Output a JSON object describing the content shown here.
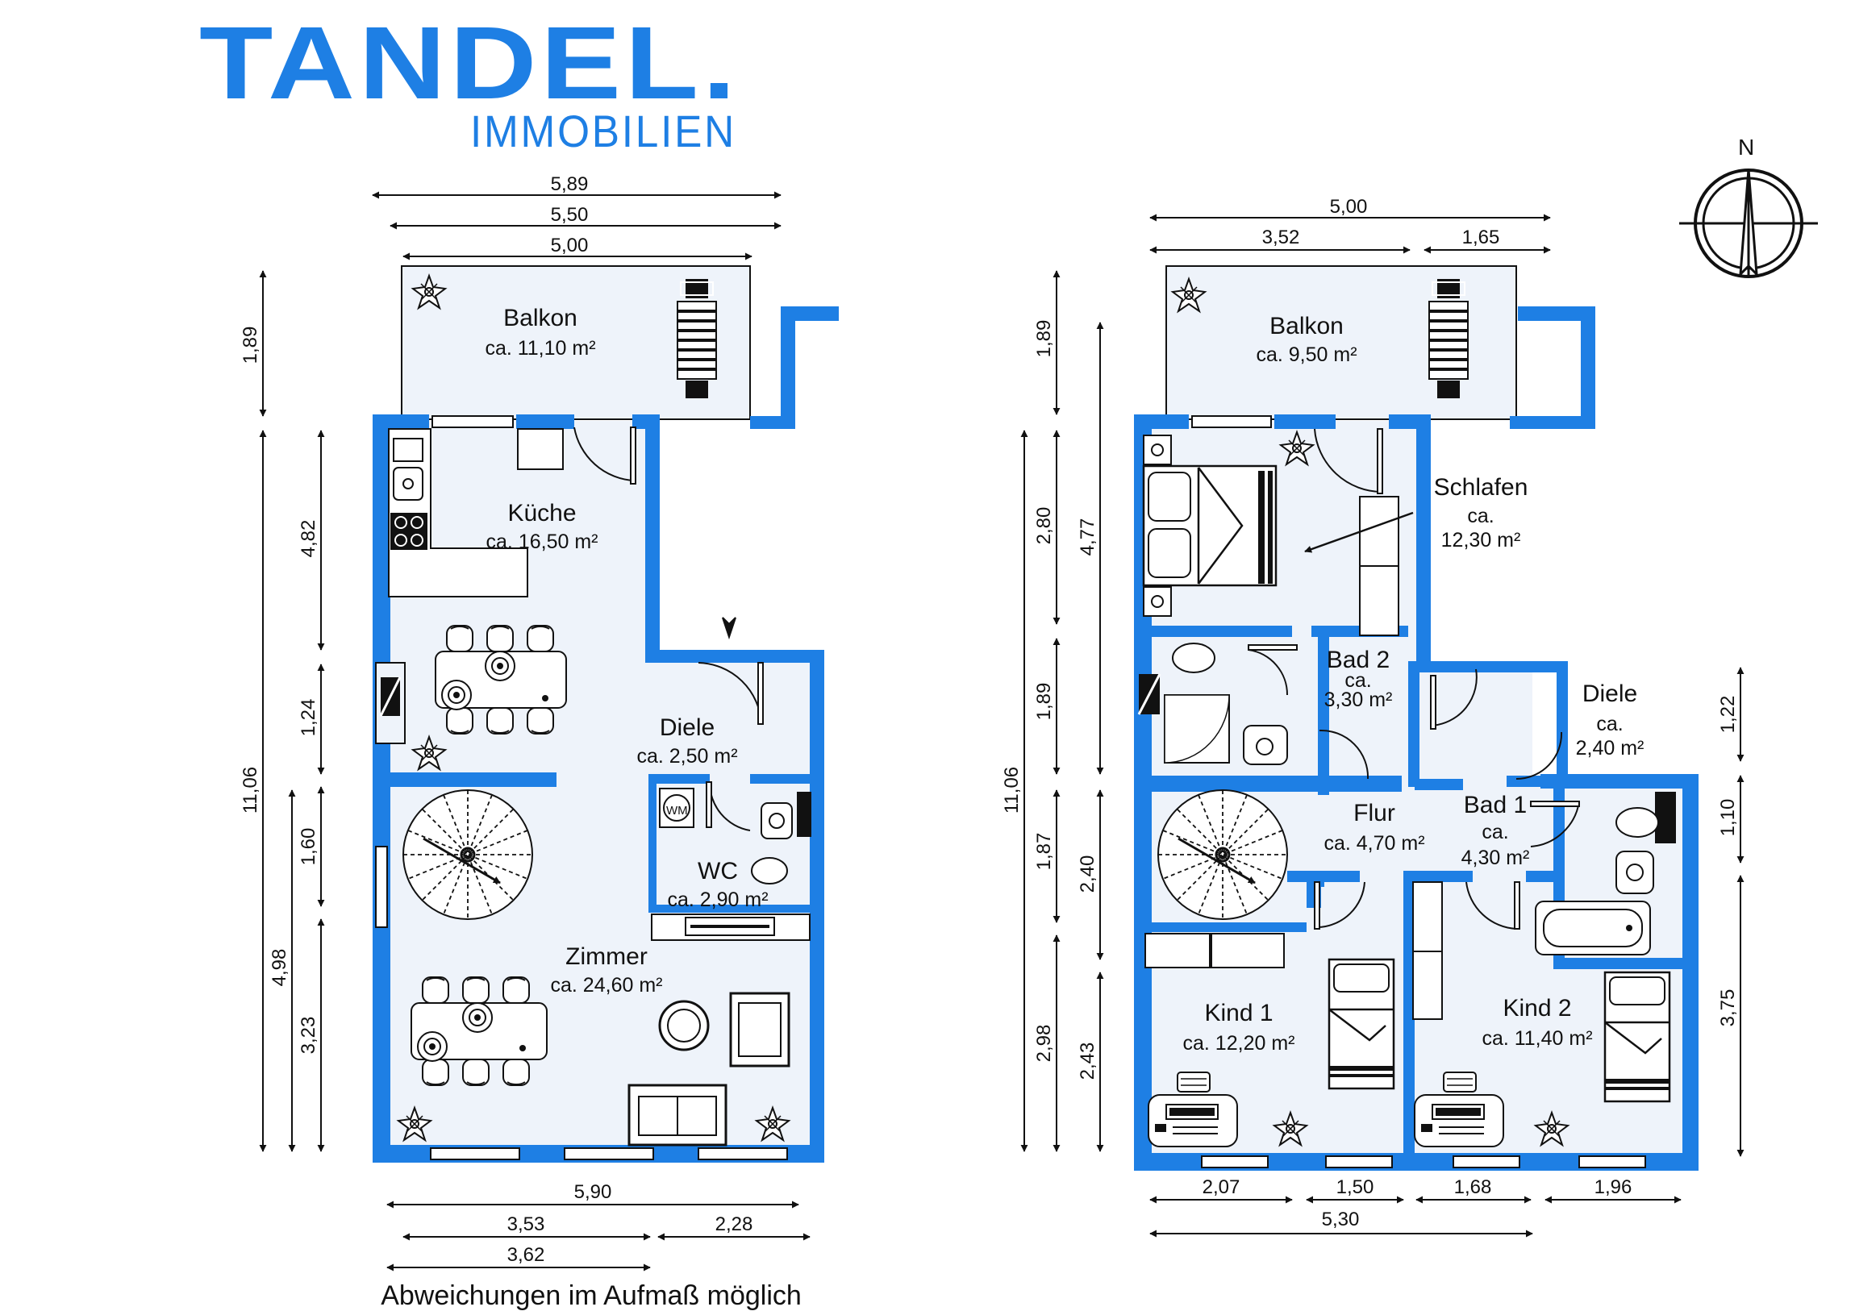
{
  "colors": {
    "wall": "#1e7fe4",
    "floor": "#eef3fa",
    "line": "#111111"
  },
  "logo": {
    "name": "TANDEL.",
    "sub": "IMMOBILIEN"
  },
  "footer": "Abweichungen im Aufmaß möglich",
  "compass": {
    "letter": "N"
  },
  "left_plan": {
    "rooms": {
      "balkon": {
        "name": "Balkon",
        "area": "ca. 11,10 m²"
      },
      "kueche": {
        "name": "Küche",
        "area": "ca. 16,50 m²"
      },
      "diele": {
        "name": "Diele",
        "area": "ca. 2,50 m²"
      },
      "wc": {
        "name": "WC",
        "area": "ca. 2,90 m²"
      },
      "zimmer": {
        "name": "Zimmer",
        "area": "ca. 24,60 m²"
      }
    },
    "wm_label": "WM",
    "dims": {
      "top1": "5,89",
      "top2": "5,50",
      "top3": "5,00",
      "balkon_h": "1,89",
      "total_h": "11,06",
      "h_482": "4,82",
      "h_124": "1,24",
      "h_160": "1,60",
      "h_498": "4,98",
      "h_323": "3,23",
      "bot_total": "5,90",
      "bot_353": "3,53",
      "bot_228": "2,28",
      "bot_362": "3,62"
    }
  },
  "right_plan": {
    "rooms": {
      "balkon": {
        "name": "Balkon",
        "area": "ca. 9,50 m²"
      },
      "schlafen": {
        "name": "Schlafen",
        "area_ca": "ca.",
        "area_val": "12,30 m²"
      },
      "bad2": {
        "name": "Bad 2",
        "area_ca": "ca.",
        "area_val": "3,30 m²"
      },
      "diele": {
        "name": "Diele",
        "area_ca": "ca.",
        "area_val": "2,40 m²"
      },
      "flur": {
        "name": "Flur",
        "area": "ca. 4,70 m²"
      },
      "bad1": {
        "name": "Bad 1",
        "area_ca": "ca.",
        "area_val": "4,30 m²"
      },
      "kind1": {
        "name": "Kind 1",
        "area": "ca. 12,20 m²"
      },
      "kind2": {
        "name": "Kind 2",
        "area": "ca. 11,40 m²"
      }
    },
    "dims": {
      "top_total": "5,00",
      "top_352": "3,52",
      "top_165": "1,65",
      "h_189a": "1,89",
      "h_477": "4,77",
      "h_1106": "11,06",
      "h_280": "2,80",
      "h_189b": "1,89",
      "h_187": "1,87",
      "h_240": "2,40",
      "h_298": "2,98",
      "h_243": "2,43",
      "r_122": "1,22",
      "r_110": "1,10",
      "r_375": "3,75",
      "bot_207": "2,07",
      "bot_150": "1,50",
      "bot_168": "1,68",
      "bot_196": "1,96",
      "bot_530": "5,30"
    }
  }
}
